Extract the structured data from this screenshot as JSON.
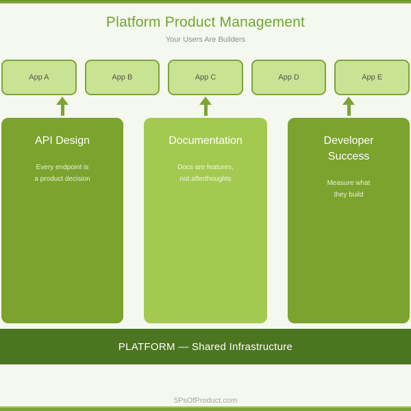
{
  "header": {
    "title": "Platform Product Management",
    "subtitle": "Your Users Are Builders"
  },
  "apps": [
    {
      "label": "App A"
    },
    {
      "label": "App B"
    },
    {
      "label": "App C"
    },
    {
      "label": "App D"
    },
    {
      "label": "App E"
    }
  ],
  "columns": [
    {
      "title": "API Design",
      "body": [
        "Every endpoint is",
        "a product decision"
      ]
    },
    {
      "title": "Documentation",
      "body": [
        "Docs are features,",
        "not afterthoughts"
      ]
    },
    {
      "title": "Developer Success",
      "body": [
        "Measure what",
        "they build"
      ]
    }
  ],
  "platform_bar": {
    "label": "PLATFORM — Shared Infrastructure"
  },
  "footer": {
    "credit": "5PsOfProduct.com"
  },
  "colors": {
    "background": "#F5F8EF",
    "medium_green": "#7CA433",
    "column_dark": "#7BA32D",
    "column_light": "#A4C951",
    "app_fill": "#C9E394",
    "app_text": "#515645",
    "platform_green": "#4C7520",
    "title_green": "#6FA52F",
    "subtitle_gray": "#8C8C8C",
    "footer_gray": "#A3A89E"
  }
}
